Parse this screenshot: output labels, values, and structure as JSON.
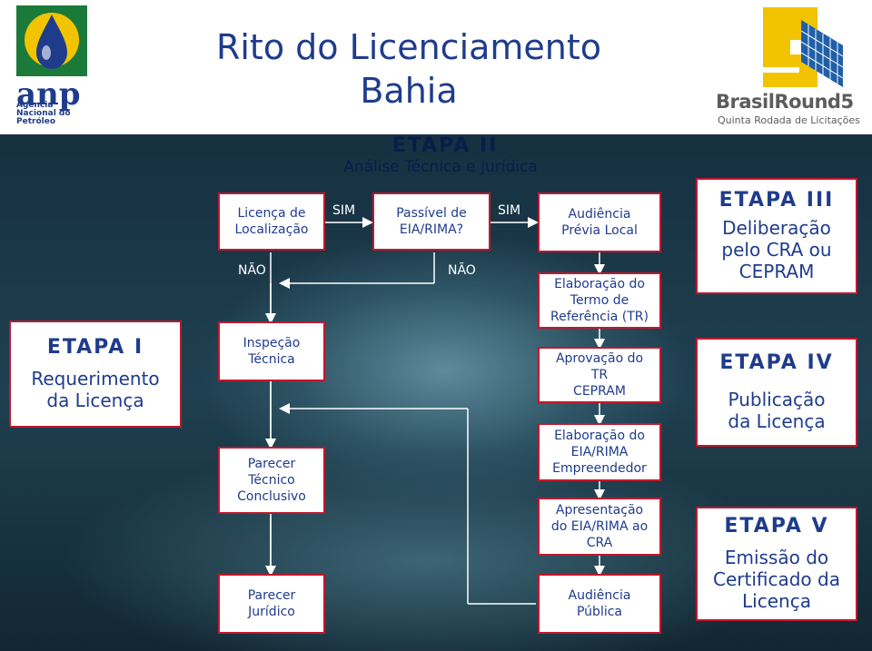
{
  "header": {
    "title": "Rito do Licenciamento\nBahia",
    "left_logo": {
      "name": "anp",
      "subtitle": "Agência\nNacional do\nPetróleo"
    },
    "right_logo": {
      "name": "BrasilRound5",
      "subtitle": "Quinta Rodada de Licitações"
    }
  },
  "etapa1": {
    "title": "ETAPA I",
    "text": "Requerimento\nda Licença"
  },
  "etapa2": {
    "title": "ETAPA II",
    "subtitle": "Análise Técnica e Jurídica"
  },
  "etapa3": {
    "title": "ETAPA III",
    "text": "Deliberação\npelo CRA ou\nCEPRAM"
  },
  "etapa4": {
    "title": "ETAPA IV",
    "text": "Publicação\nda Licença"
  },
  "etapa5": {
    "title": "ETAPA V",
    "text": "Emissão do\nCertificado da\nLicença"
  },
  "boxes": {
    "licenca_localizacao": "Licença de\nLocalização",
    "inspecao_tecnica": "Inspeção\nTécnica",
    "parecer_tecnico": "Parecer\nTécnico\nConclusivo",
    "parecer_juridico": "Parecer\nJurídico",
    "passivel_eia": "Passível de\nEIA/RIMA?",
    "audiencia_previa": "Audiência\nPrévia Local",
    "elaboracao_termo": "Elaboração do\nTermo de\nReferência (TR)",
    "aprovacao_tr": "Aprovação do\nTR\nCEPRAM",
    "elaboracao_eia": "Elaboração do\nEIA/RIMA\nEmpreendedor",
    "apresentacao_eia": "Apresentação\ndo EIA/RIMA ao\nCRA",
    "audiencia_publica": "Audiência\nPública"
  },
  "labels": {
    "sim_1": "SIM",
    "sim_2": "SIM",
    "nao_1": "NÃO",
    "nao_2": "NÃO"
  },
  "colors": {
    "title": "#1f3c8c",
    "box_border": "#c0182e",
    "text": "#1f3c8c"
  }
}
